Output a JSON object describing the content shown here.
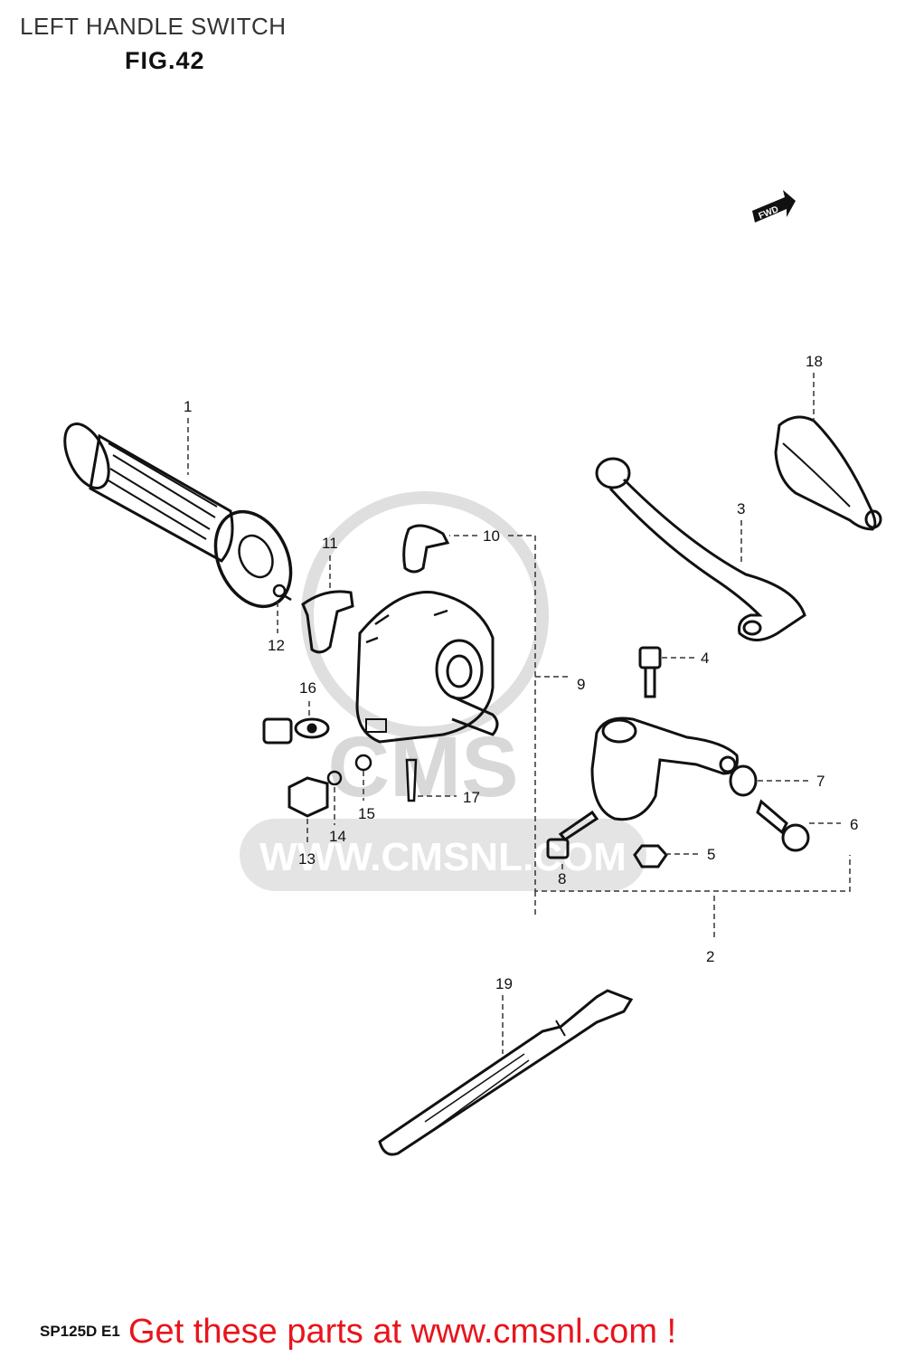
{
  "page": {
    "title": "LEFT HANDLE SWITCH",
    "fig_label": "FIG.42",
    "footer_code": "SP125D E1",
    "footer_cta": "Get these parts at www.cmsnl.com !"
  },
  "direction_tag": "FWD",
  "watermark": {
    "brand": "CMS",
    "url": "WWW.CMSNL.COM"
  },
  "callouts": [
    "1",
    "2",
    "3",
    "4",
    "5",
    "6",
    "7",
    "8",
    "9",
    "10",
    "11",
    "12",
    "13",
    "14",
    "15",
    "16",
    "17",
    "18",
    "19"
  ],
  "colors": {
    "footer_cta": "#e8141c",
    "ink": "#111111",
    "watermark": "#d4d4d4"
  }
}
